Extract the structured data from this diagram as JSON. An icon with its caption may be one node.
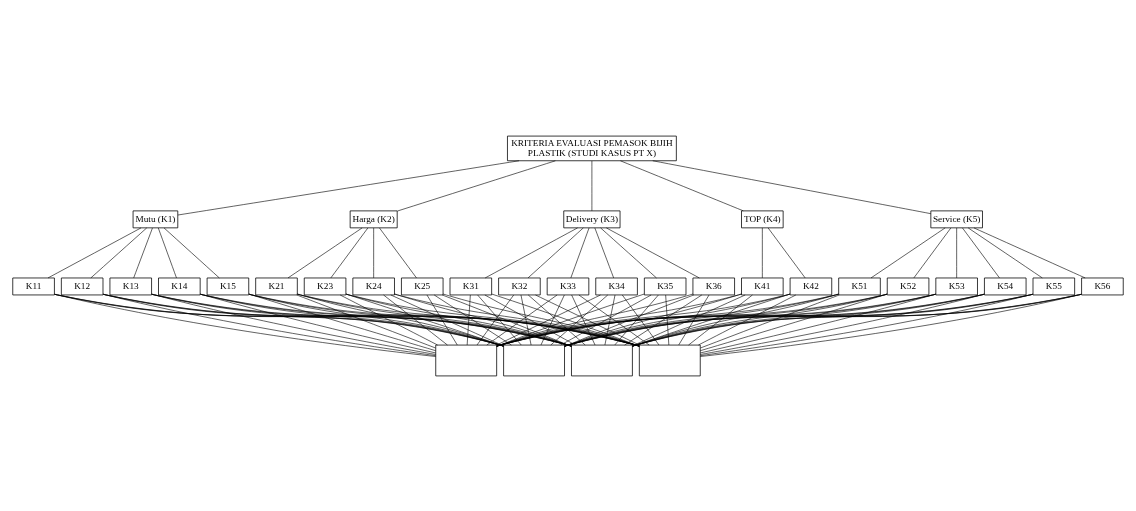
{
  "diagram": {
    "nodes": [
      {
        "text": [
          "KRITERIA EVALUASI PEMASOK BIJIH PLASTIK (STUDI KASUS PT X)"
        ]
      },
      {
        "text": [
          "Mutu (K1)"
        ]
      },
      {
        "text": [
          "Harga (K2)"
        ]
      },
      {
        "text": [
          "Delivery (K3)"
        ]
      },
      {
        "text": [
          "TOP (K4)"
        ]
      },
      {
        "text": [
          "Service (K5)"
        ]
      },
      {
        "text": [
          "K11"
        ]
      },
      {
        "text": [
          "K12"
        ]
      },
      {
        "text": [
          "K13"
        ]
      },
      {
        "text": [
          "K14"
        ]
      },
      {
        "text": [
          "K15"
        ]
      },
      {
        "text": [
          "K21"
        ]
      },
      {
        "text": [
          "K23"
        ]
      },
      {
        "text": [
          "K24"
        ]
      },
      {
        "text": [
          "K25"
        ]
      },
      {
        "text": [
          "K31"
        ]
      },
      {
        "text": [
          "K32"
        ]
      },
      {
        "text": [
          "K33"
        ]
      },
      {
        "text": [
          "K34"
        ]
      },
      {
        "text": [
          "K35"
        ]
      },
      {
        "text": [
          "K36"
        ]
      },
      {
        "text": [
          "K41"
        ]
      },
      {
        "text": [
          "K42"
        ]
      },
      {
        "text": [
          "K51"
        ]
      },
      {
        "text": [
          "K52"
        ]
      },
      {
        "text": [
          "K53"
        ]
      },
      {
        "text": [
          "K54"
        ]
      },
      {
        "text": [
          "K55"
        ]
      },
      {
        "text": [
          "K56"
        ]
      },
      {
        "text": [],
        "shape": "box"
      },
      {
        "text": [],
        "shape": "box"
      },
      {
        "text": [],
        "shape": "box"
      },
      {
        "text": [],
        "shape": "box"
      }
    ],
    "edges": [
      {
        "from": 0,
        "to": 1,
        "arrow": "none"
      },
      {
        "from": 0,
        "to": 2,
        "arrow": "none"
      },
      {
        "from": 0,
        "to": 3,
        "arrow": "none"
      },
      {
        "from": 0,
        "to": 4,
        "arrow": "none"
      },
      {
        "from": 0,
        "to": 5,
        "arrow": "none"
      },
      {
        "from": 1,
        "to": 6,
        "arrow": "none"
      },
      {
        "from": 1,
        "to": 7,
        "arrow": "none"
      },
      {
        "from": 1,
        "to": 8,
        "arrow": "none"
      },
      {
        "from": 1,
        "to": 9,
        "arrow": "none"
      },
      {
        "from": 1,
        "to": 10,
        "arrow": "none"
      },
      {
        "from": 2,
        "to": 11,
        "arrow": "none"
      },
      {
        "from": 2,
        "to": 12,
        "arrow": "none"
      },
      {
        "from": 2,
        "to": 13,
        "arrow": "none"
      },
      {
        "from": 2,
        "to": 14,
        "arrow": "none"
      },
      {
        "from": 3,
        "to": 15,
        "arrow": "none"
      },
      {
        "from": 3,
        "to": 16,
        "arrow": "none"
      },
      {
        "from": 3,
        "to": 17,
        "arrow": "none"
      },
      {
        "from": 3,
        "to": 18,
        "arrow": "none"
      },
      {
        "from": 3,
        "to": 19,
        "arrow": "none"
      },
      {
        "from": 3,
        "to": 20,
        "arrow": "none"
      },
      {
        "from": 4,
        "to": 21,
        "arrow": "none"
      },
      {
        "from": 4,
        "to": 22,
        "arrow": "none"
      },
      {
        "from": 5,
        "to": 23,
        "arrow": "none"
      },
      {
        "from": 5,
        "to": 24,
        "arrow": "none"
      },
      {
        "from": 5,
        "to": 25,
        "arrow": "none"
      },
      {
        "from": 5,
        "to": 26,
        "arrow": "none"
      },
      {
        "from": 5,
        "to": 27,
        "arrow": "none"
      },
      {
        "from": 5,
        "to": 28,
        "arrow": "none"
      },
      {
        "from": 6,
        "to": 29,
        "arrow": "none"
      },
      {
        "from": 6,
        "to": 30,
        "arrow": "none"
      },
      {
        "from": 6,
        "to": 31,
        "arrow": "none"
      },
      {
        "from": 6,
        "to": 32,
        "arrow": "none"
      },
      {
        "from": 7,
        "to": 29,
        "arrow": "none"
      },
      {
        "from": 7,
        "to": 30,
        "arrow": "none"
      },
      {
        "from": 7,
        "to": 31,
        "arrow": "none"
      },
      {
        "from": 7,
        "to": 32,
        "arrow": "none"
      },
      {
        "from": 8,
        "to": 29,
        "arrow": "none"
      },
      {
        "from": 8,
        "to": 30,
        "arrow": "none"
      },
      {
        "from": 8,
        "to": 31,
        "arrow": "none"
      },
      {
        "from": 8,
        "to": 32,
        "arrow": "none"
      },
      {
        "from": 9,
        "to": 29,
        "arrow": "none"
      },
      {
        "from": 9,
        "to": 30,
        "arrow": "none"
      },
      {
        "from": 9,
        "to": 31,
        "arrow": "none"
      },
      {
        "from": 9,
        "to": 32,
        "arrow": "none"
      },
      {
        "from": 10,
        "to": 29,
        "arrow": "none"
      },
      {
        "from": 10,
        "to": 30,
        "arrow": "none"
      },
      {
        "from": 10,
        "to": 31,
        "arrow": "none"
      },
      {
        "from": 10,
        "to": 32,
        "arrow": "none"
      },
      {
        "from": 11,
        "to": 29,
        "arrow": "none"
      },
      {
        "from": 11,
        "to": 30,
        "arrow": "none"
      },
      {
        "from": 11,
        "to": 31,
        "arrow": "none"
      },
      {
        "from": 11,
        "to": 32,
        "arrow": "none"
      },
      {
        "from": 12,
        "to": 29,
        "arrow": "none"
      },
      {
        "from": 12,
        "to": 30,
        "arrow": "none"
      },
      {
        "from": 12,
        "to": 31,
        "arrow": "none"
      },
      {
        "from": 12,
        "to": 32,
        "arrow": "none"
      },
      {
        "from": 13,
        "to": 29,
        "arrow": "none"
      },
      {
        "from": 13,
        "to": 30,
        "arrow": "none"
      },
      {
        "from": 13,
        "to": 31,
        "arrow": "none"
      },
      {
        "from": 13,
        "to": 32,
        "arrow": "none"
      },
      {
        "from": 14,
        "to": 29,
        "arrow": "none"
      },
      {
        "from": 14,
        "to": 30,
        "arrow": "none"
      },
      {
        "from": 14,
        "to": 31,
        "arrow": "none"
      },
      {
        "from": 14,
        "to": 32,
        "arrow": "none"
      },
      {
        "from": 15,
        "to": 29,
        "arrow": "none"
      },
      {
        "from": 15,
        "to": 30,
        "arrow": "none"
      },
      {
        "from": 15,
        "to": 31,
        "arrow": "none"
      },
      {
        "from": 15,
        "to": 32,
        "arrow": "none"
      },
      {
        "from": 16,
        "to": 29,
        "arrow": "none"
      },
      {
        "from": 16,
        "to": 30,
        "arrow": "none"
      },
      {
        "from": 16,
        "to": 31,
        "arrow": "none"
      },
      {
        "from": 16,
        "to": 32,
        "arrow": "none"
      },
      {
        "from": 17,
        "to": 29,
        "arrow": "none"
      },
      {
        "from": 17,
        "to": 30,
        "arrow": "none"
      },
      {
        "from": 17,
        "to": 31,
        "arrow": "none"
      },
      {
        "from": 17,
        "to": 32,
        "arrow": "none"
      },
      {
        "from": 18,
        "to": 29,
        "arrow": "none"
      },
      {
        "from": 18,
        "to": 30,
        "arrow": "none"
      },
      {
        "from": 18,
        "to": 31,
        "arrow": "none"
      },
      {
        "from": 18,
        "to": 32,
        "arrow": "none"
      },
      {
        "from": 19,
        "to": 29,
        "arrow": "none"
      },
      {
        "from": 19,
        "to": 30,
        "arrow": "none"
      },
      {
        "from": 19,
        "to": 31,
        "arrow": "none"
      },
      {
        "from": 19,
        "to": 32,
        "arrow": "none"
      },
      {
        "from": 20,
        "to": 29,
        "arrow": "none"
      },
      {
        "from": 20,
        "to": 30,
        "arrow": "none"
      },
      {
        "from": 20,
        "to": 31,
        "arrow": "none"
      },
      {
        "from": 20,
        "to": 32,
        "arrow": "none"
      },
      {
        "from": 21,
        "to": 29,
        "arrow": "none"
      },
      {
        "from": 21,
        "to": 30,
        "arrow": "none"
      },
      {
        "from": 21,
        "to": 31,
        "arrow": "none"
      },
      {
        "from": 21,
        "to": 32,
        "arrow": "none"
      },
      {
        "from": 22,
        "to": 29,
        "arrow": "none"
      },
      {
        "from": 22,
        "to": 30,
        "arrow": "none"
      },
      {
        "from": 22,
        "to": 31,
        "arrow": "none"
      },
      {
        "from": 22,
        "to": 32,
        "arrow": "none"
      },
      {
        "from": 23,
        "to": 29,
        "arrow": "none"
      },
      {
        "from": 23,
        "to": 30,
        "arrow": "none"
      },
      {
        "from": 23,
        "to": 31,
        "arrow": "none"
      },
      {
        "from": 23,
        "to": 32,
        "arrow": "none"
      },
      {
        "from": 24,
        "to": 29,
        "arrow": "none"
      },
      {
        "from": 24,
        "to": 30,
        "arrow": "none"
      },
      {
        "from": 24,
        "to": 31,
        "arrow": "none"
      },
      {
        "from": 24,
        "to": 32,
        "arrow": "none"
      },
      {
        "from": 25,
        "to": 29,
        "arrow": "none"
      },
      {
        "from": 25,
        "to": 30,
        "arrow": "none"
      },
      {
        "from": 25,
        "to": 31,
        "arrow": "none"
      },
      {
        "from": 25,
        "to": 32,
        "arrow": "none"
      },
      {
        "from": 26,
        "to": 29,
        "arrow": "none"
      },
      {
        "from": 26,
        "to": 30,
        "arrow": "none"
      },
      {
        "from": 26,
        "to": 31,
        "arrow": "none"
      },
      {
        "from": 26,
        "to": 32,
        "arrow": "none"
      },
      {
        "from": 27,
        "to": 29,
        "arrow": "none"
      },
      {
        "from": 27,
        "to": 30,
        "arrow": "none"
      },
      {
        "from": 27,
        "to": 31,
        "arrow": "none"
      },
      {
        "from": 27,
        "to": 32,
        "arrow": "none"
      },
      {
        "from": 28,
        "to": 29,
        "arrow": "none"
      },
      {
        "from": 28,
        "to": 30,
        "arrow": "none"
      },
      {
        "from": 28,
        "to": 31,
        "arrow": "none"
      },
      {
        "from": 28,
        "to": 32,
        "arrow": "none"
      }
    ]
  }
}
